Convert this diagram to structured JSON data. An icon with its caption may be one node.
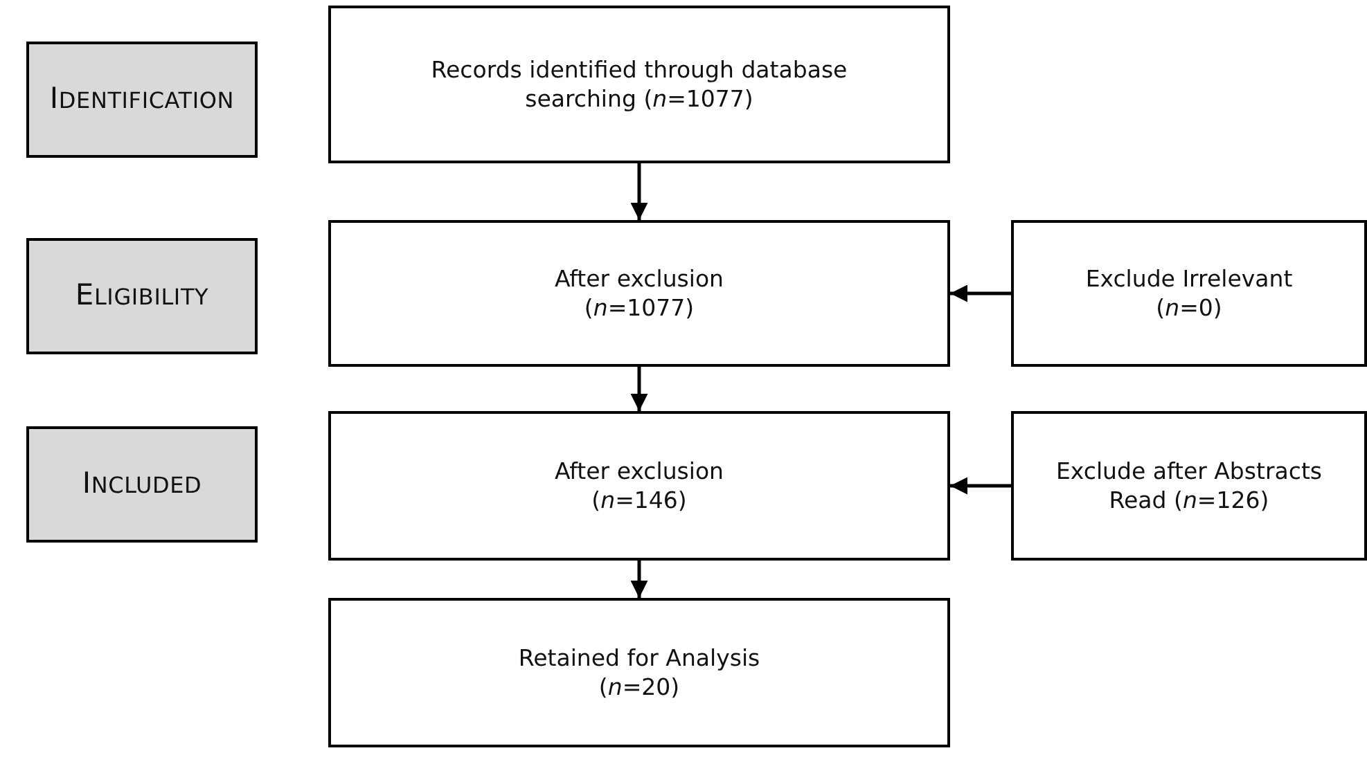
{
  "diagram": {
    "nodes": [
      {
        "text": [
          "IDENTIFICATION"
        ]
      },
      {
        "text": [
          "Records identified through database searching (*n*=1077)"
        ]
      },
      {
        "text": [
          "ELIGIBILITY"
        ]
      },
      {
        "text": [
          "After exclusion (*n*=1077)"
        ]
      },
      {
        "text": [
          "Exclude Irrelevant (*n*=0)"
        ]
      },
      {
        "text": [
          "INCLUDED"
        ]
      },
      {
        "text": [
          "After exclusion (*n*=146)"
        ]
      },
      {
        "text": [
          "Exclude after Abstracts Read (*n*=126)"
        ]
      },
      {
        "text": [
          "Retained for Analysis (*n*=20)"
        ]
      }
    ],
    "edges": [
      {
        "from": 1,
        "to": 3,
        "arrow": "to"
      },
      {
        "from": 4,
        "to": 3,
        "arrow": "to"
      },
      {
        "from": 3,
        "to": 6,
        "arrow": "to"
      },
      {
        "from": 7,
        "to": 6,
        "arrow": "to"
      },
      {
        "from": 6,
        "to": 8,
        "arrow": "to"
      }
    ]
  }
}
